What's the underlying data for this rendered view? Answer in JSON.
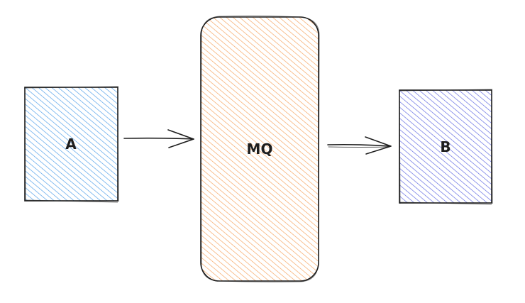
{
  "diagram": {
    "nodes": [
      {
        "id": "a",
        "label": "A",
        "fill": "#4a9be8",
        "stroke": "#1e1e1e"
      },
      {
        "id": "mq",
        "label": "MQ",
        "fill": "#f5a05a",
        "stroke": "#1e1e1e"
      },
      {
        "id": "b",
        "label": "B",
        "fill": "#5a63e0",
        "stroke": "#1e1e1e"
      }
    ],
    "edges": [
      {
        "from": "a",
        "to": "mq"
      },
      {
        "from": "mq",
        "to": "b"
      }
    ]
  }
}
